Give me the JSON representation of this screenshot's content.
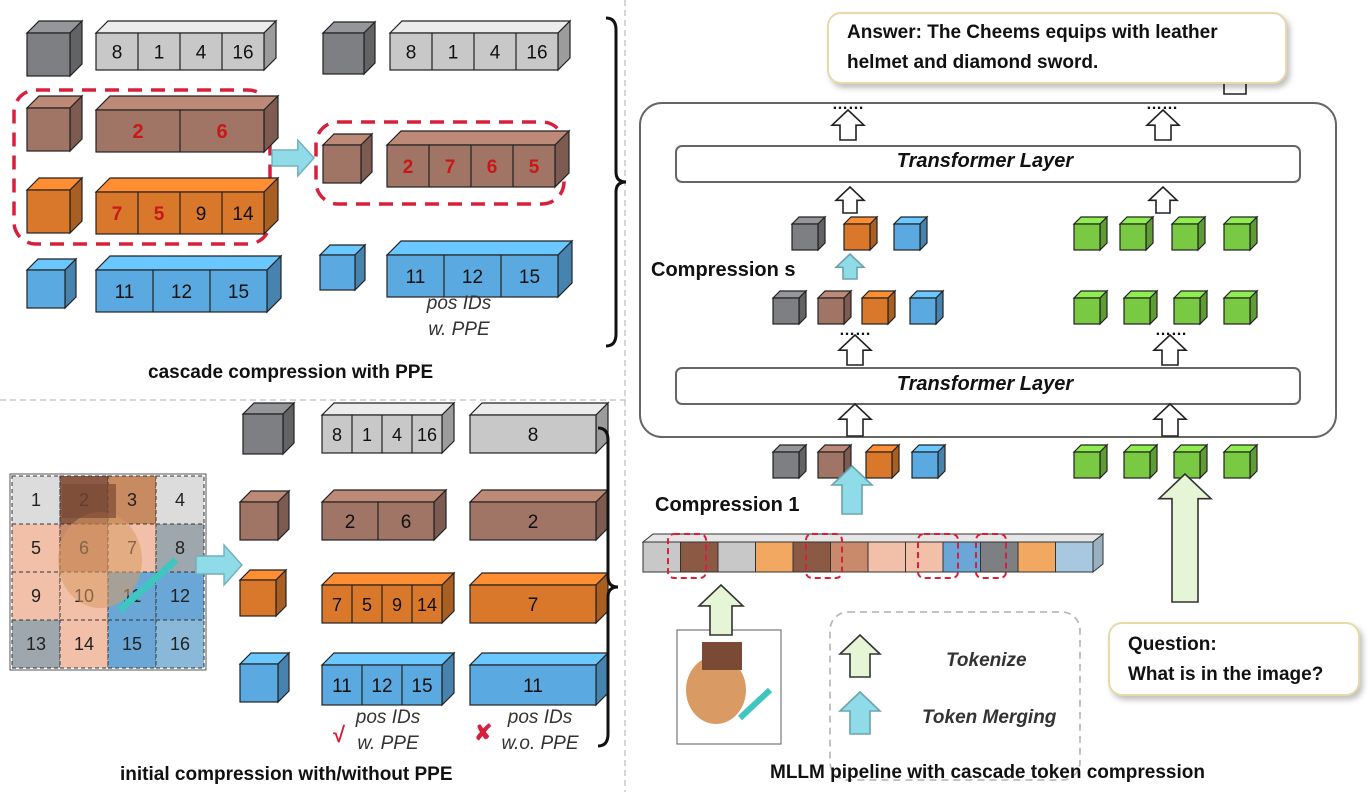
{
  "captions": {
    "cascade": "cascade compression with PPE",
    "initial": "initial compression with/without PPE",
    "pipeline": "MLLM pipeline with cascade token compression"
  },
  "pipeline": {
    "answer_line1": "Answer: The Cheems equips with leather",
    "answer_line2": "helmet and diamond sword.",
    "transformer_layer": "Transformer Layer",
    "compression_s": "Compression s",
    "compression_1": "Compression 1",
    "question_line1": "Question:",
    "question_line2": "What is in the image?",
    "legend_tokenize": "Tokenize",
    "legend_merging": "Token Merging",
    "dots": "……"
  },
  "pos_ids": {
    "line1": "pos IDs",
    "with_ppe": "w. PPE",
    "without_ppe": "w.o. PPE",
    "check": "√",
    "cross": "✘"
  },
  "grid_numbers": [
    "1",
    "2",
    "3",
    "4",
    "5",
    "6",
    "7",
    "8",
    "9",
    "10",
    "11",
    "12",
    "13",
    "14",
    "15",
    "16"
  ],
  "cascade_rows": {
    "gray": [
      "8",
      "1",
      "4",
      "16"
    ],
    "brown": [
      "2",
      "6"
    ],
    "orange": [
      "7",
      "5",
      "9",
      "14"
    ],
    "blue": [
      "11",
      "12",
      "15"
    ],
    "merged": [
      "2",
      "7",
      "6",
      "5"
    ],
    "blue_right": [
      "11",
      "12",
      "15"
    ],
    "gray_right": [
      "8",
      "1",
      "4",
      "16"
    ]
  },
  "initial_rows": {
    "gray": [
      "8",
      "1",
      "4",
      "16"
    ],
    "brown": [
      "2",
      "6"
    ],
    "orange": [
      "7",
      "5",
      "9",
      "14"
    ],
    "blue": [
      "11",
      "12",
      "15"
    ],
    "gray_single": "8",
    "brown_single": "2",
    "orange_single": "7",
    "blue_single": "11"
  },
  "colors": {
    "gray": "#c8c8c8",
    "dark_gray": "#7d7f82",
    "brown": "#a07566",
    "orange": "#d9782b",
    "blue": "#5aa9e0",
    "green": "#7ac943",
    "red_dash": "#d6203c",
    "cyan_arrow": "#8fdbe8",
    "green_arrow": "#e6f5d6"
  }
}
